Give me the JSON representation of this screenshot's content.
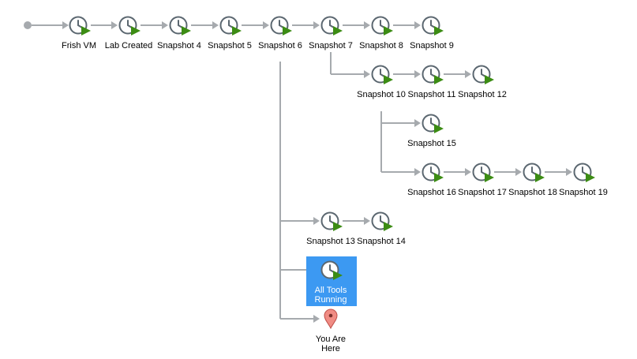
{
  "colors": {
    "connector": "#a6aaae",
    "clock_ring": "#5b6770",
    "play_arrow": "#3c8c14",
    "selection": "#3c99f2",
    "you_are_here_pin": "#f08c84"
  },
  "snapshots": [
    {
      "id": "frish-vm",
      "label_lines": [
        "Frish VM"
      ],
      "icon": "snapshot-clock-play-icon"
    },
    {
      "id": "lab-created",
      "label_lines": [
        "Lab Created"
      ],
      "icon": "snapshot-clock-play-icon"
    },
    {
      "id": "snapshot-4",
      "label_lines": [
        "Snapshot 4"
      ],
      "icon": "snapshot-clock-play-icon"
    },
    {
      "id": "snapshot-5",
      "label_lines": [
        "Snapshot 5"
      ],
      "icon": "snapshot-clock-play-icon"
    },
    {
      "id": "snapshot-6",
      "label_lines": [
        "Snapshot 6"
      ],
      "icon": "snapshot-clock-play-icon"
    },
    {
      "id": "snapshot-7",
      "label_lines": [
        "Snapshot 7"
      ],
      "icon": "snapshot-clock-play-icon"
    },
    {
      "id": "snapshot-8",
      "label_lines": [
        "Snapshot 8"
      ],
      "icon": "snapshot-clock-play-icon"
    },
    {
      "id": "snapshot-9",
      "label_lines": [
        "Snapshot 9"
      ],
      "icon": "snapshot-clock-play-icon"
    },
    {
      "id": "snapshot-10",
      "label_lines": [
        "Snapshot 10"
      ],
      "icon": "snapshot-clock-play-icon"
    },
    {
      "id": "snapshot-11",
      "label_lines": [
        "Snapshot 11"
      ],
      "icon": "snapshot-clock-play-icon"
    },
    {
      "id": "snapshot-12",
      "label_lines": [
        "Snapshot 12"
      ],
      "icon": "snapshot-clock-play-icon"
    },
    {
      "id": "snapshot-15",
      "label_lines": [
        "Snapshot 15"
      ],
      "icon": "snapshot-clock-play-icon"
    },
    {
      "id": "snapshot-16",
      "label_lines": [
        "Snapshot 16"
      ],
      "icon": "snapshot-clock-play-icon"
    },
    {
      "id": "snapshot-17",
      "label_lines": [
        "Snapshot 17"
      ],
      "icon": "snapshot-clock-play-icon"
    },
    {
      "id": "snapshot-18",
      "label_lines": [
        "Snapshot 18"
      ],
      "icon": "snapshot-clock-play-icon"
    },
    {
      "id": "snapshot-19",
      "label_lines": [
        "Snapshot 19"
      ],
      "icon": "snapshot-clock-play-icon"
    },
    {
      "id": "snapshot-13",
      "label_lines": [
        "Snapshot 13"
      ],
      "icon": "snapshot-clock-play-icon"
    },
    {
      "id": "snapshot-14",
      "label_lines": [
        "Snapshot 14"
      ],
      "icon": "snapshot-clock-play-icon"
    },
    {
      "id": "all-tools-running",
      "label_lines": [
        "All Tools",
        "Running"
      ],
      "icon": "snapshot-clock-play-icon",
      "selected": true
    },
    {
      "id": "you-are-here",
      "label_lines": [
        "You Are",
        "Here"
      ],
      "icon": "location-pin-icon",
      "current_state": true
    }
  ]
}
